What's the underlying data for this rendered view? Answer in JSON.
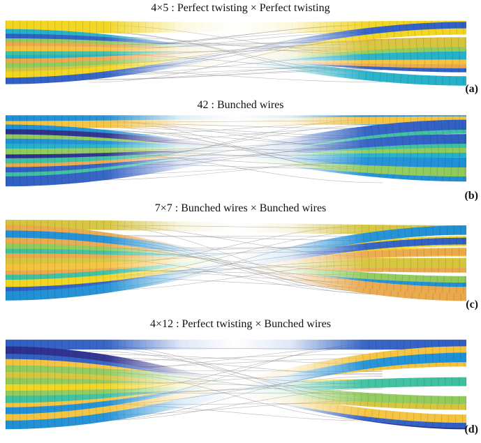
{
  "panels": [
    {
      "title": "4×5 : Perfect twisting × Perfect twisting",
      "label": "(a)"
    },
    {
      "title": "42 : Bunched wires",
      "label": "(b)"
    },
    {
      "title": "7×7 : Bunched wires × Bunched wires",
      "label": "(c)"
    },
    {
      "title": "4×12 : Perfect twisting × Bunched wires",
      "label": "(d)"
    }
  ],
  "palette": [
    "#2b2e8c",
    "#2f5fc4",
    "#1e8fd6",
    "#22b0c8",
    "#3cc0a0",
    "#8fca5a",
    "#d6c43a",
    "#f2d51c",
    "#f5c23c",
    "#eaa84a"
  ],
  "fade_color": "#ffffff",
  "thread_color": "#9a9a9a"
}
